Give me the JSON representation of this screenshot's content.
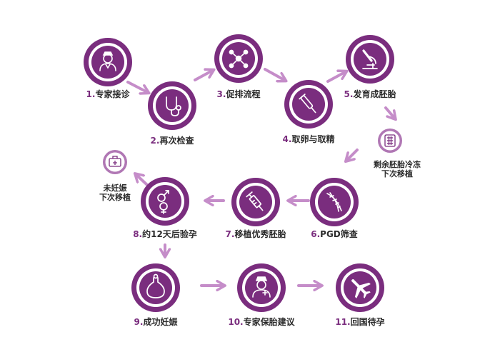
{
  "colors": {
    "ring_outer": "#7a2d7e",
    "ring_inner": "#ffffff",
    "core": "#7a2d7e",
    "arrow": "#c58dc9",
    "small_ring": "#b077b4",
    "number": "#7a2d7e",
    "text": "#2b2b2b"
  },
  "steps": [
    {
      "id": "s1",
      "num": "1.",
      "text": "专家接诊",
      "icon": "doctor-icon"
    },
    {
      "id": "s2",
      "num": "2.",
      "text": "再次检查",
      "icon": "stethoscope-icon"
    },
    {
      "id": "s3",
      "num": "3.",
      "text": "促排流程",
      "icon": "molecule-icon"
    },
    {
      "id": "s4",
      "num": "4.",
      "text": "取卵与取精",
      "icon": "pipette-icon"
    },
    {
      "id": "s5",
      "num": "5.",
      "text": "发育成胚胎",
      "icon": "microscope-icon"
    },
    {
      "id": "s6",
      "num": "6.",
      "text": "PGD筛查",
      "icon": "dna-icon"
    },
    {
      "id": "s7",
      "num": "7.",
      "text": "移植优秀胚胎",
      "icon": "syringe-icon"
    },
    {
      "id": "s8",
      "num": "8.",
      "text": "约12天后验孕",
      "icon": "gender-icon"
    },
    {
      "id": "s9",
      "num": "9.",
      "text": "成功妊娠",
      "icon": "belly-icon"
    },
    {
      "id": "s10",
      "num": "10.",
      "text": "专家保胎建议",
      "icon": "nurse-icon"
    },
    {
      "id": "s11",
      "num": "11.",
      "text": "回国待孕",
      "icon": "airplane-icon"
    }
  ],
  "side_notes": [
    {
      "id": "freeze",
      "lines": [
        "剩余胚胎冷冻",
        "下次移植"
      ],
      "icon": "freezer-icon"
    },
    {
      "id": "notpreg",
      "lines": [
        "未妊娠",
        "下次移植"
      ],
      "icon": "medical-kit-icon"
    }
  ]
}
